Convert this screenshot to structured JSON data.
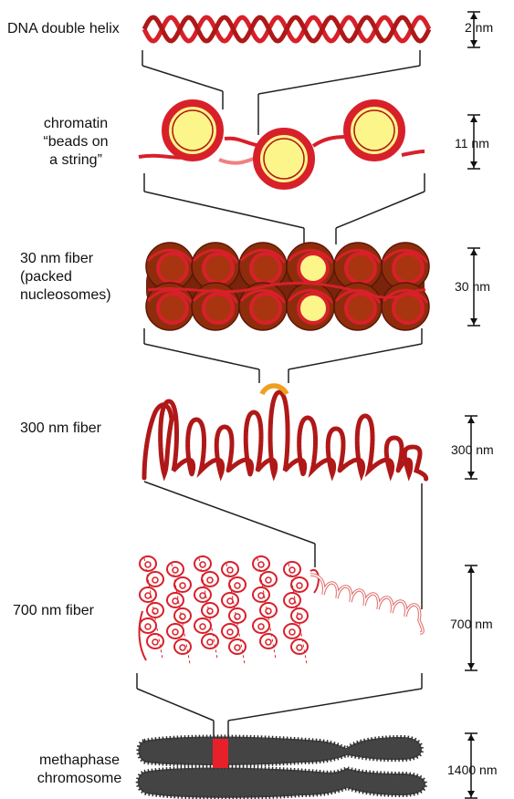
{
  "levels": [
    {
      "label_lines": [
        "DNA double helix"
      ],
      "size": "2 nm"
    },
    {
      "label_lines": [
        "chromatin",
        "“beads on",
        "a string”"
      ],
      "size": "11 nm"
    },
    {
      "label_lines": [
        "30 nm fiber",
        "(packed",
        "nucleosomes)"
      ],
      "size": "30 nm"
    },
    {
      "label_lines": [
        "300 nm fiber"
      ],
      "size": "300 nm"
    },
    {
      "label_lines": [
        "700 nm fiber"
      ],
      "size": "700 nm"
    },
    {
      "label_lines": [
        "methaphase",
        "chromosome"
      ],
      "size": "1400 nm"
    }
  ],
  "colors": {
    "dna_red": "#d8202a",
    "dark_red": "#9c1a14",
    "nucleosome_yellow": "#fbf58a",
    "fiber_brown": "#8e2d0c",
    "highlight_orange": "#f0a020",
    "light_red": "#f0a3a3",
    "chromosome_gray": "#444444",
    "band_red": "#e8202a"
  }
}
